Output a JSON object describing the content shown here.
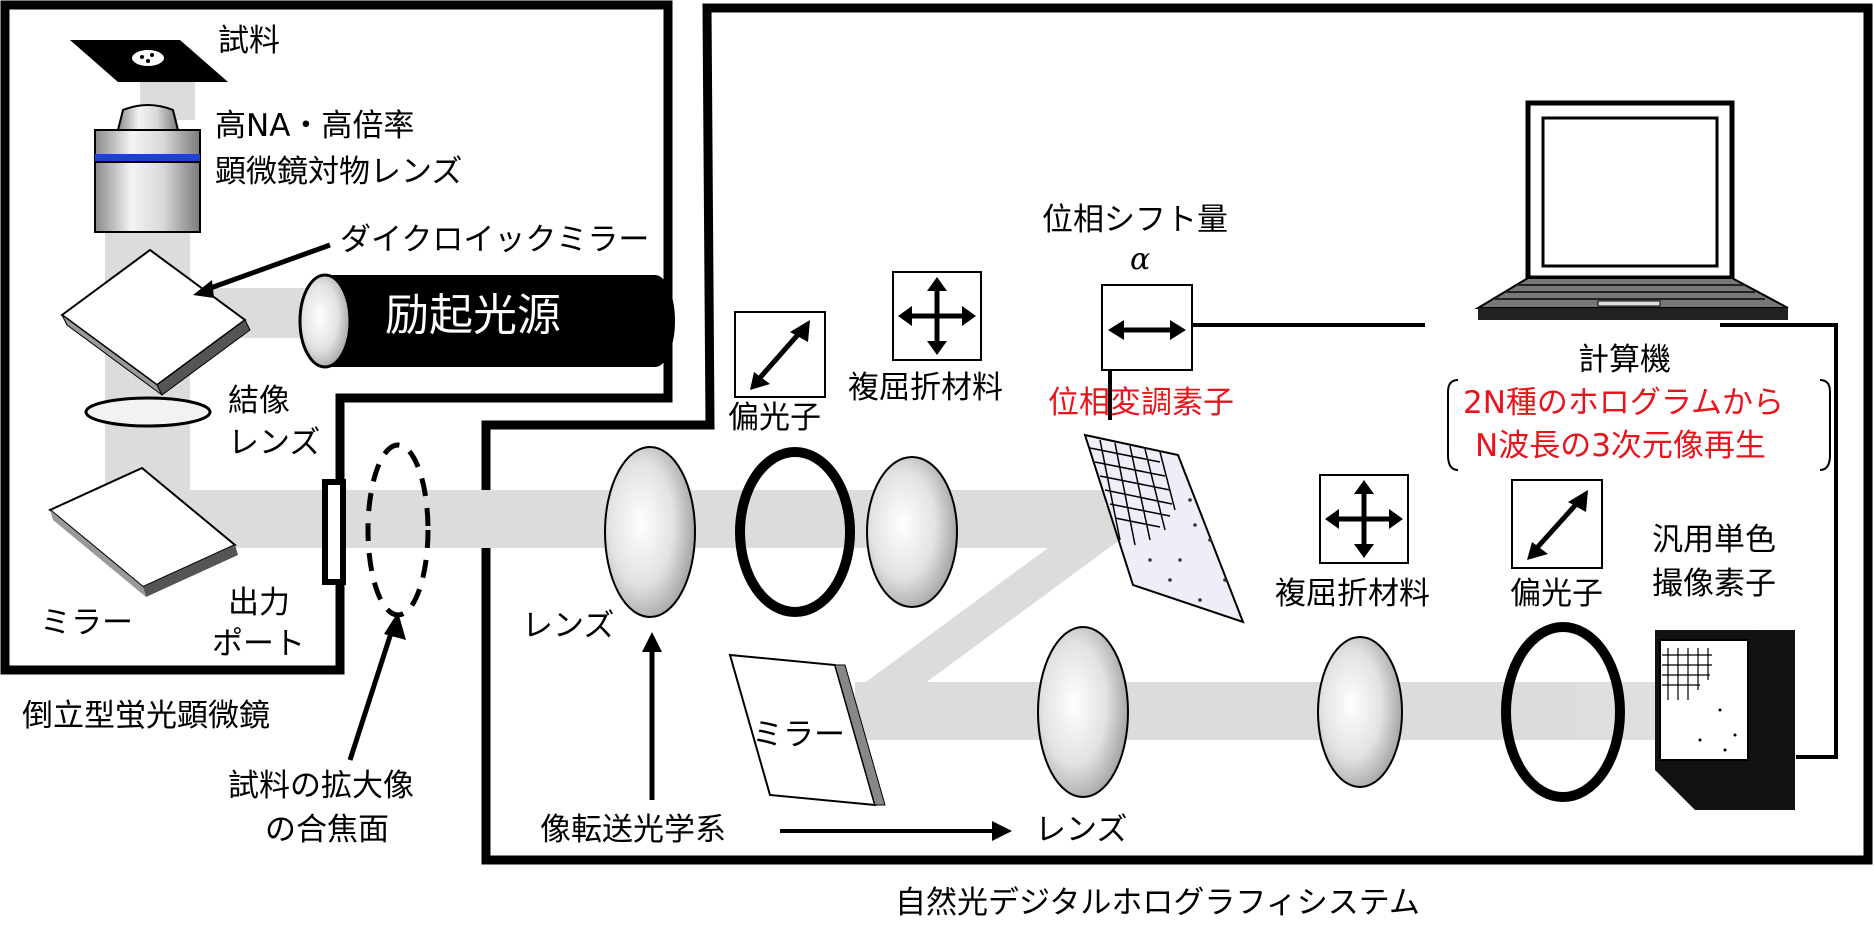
{
  "labels": {
    "sample": "試料",
    "objective_line1": "高NA・高倍率",
    "objective_line2": "顕微鏡対物レンズ",
    "dichroic_mirror": "ダイクロイックミラー",
    "excitation_source": "励起光源",
    "imaging_lens_line1": "結像",
    "imaging_lens_line2": "レンズ",
    "mirror_left": "ミラー",
    "output_port_line1": "出力",
    "output_port_line2": "ポート",
    "microscope": "倒立型蛍光顕微鏡",
    "focal_plane_line1": "試料の拡大像",
    "focal_plane_line2": "の合焦面",
    "lens_upper": "レンズ",
    "polarizer_left": "偏光子",
    "birefringent_left": "複屈折材料",
    "phase_shift_title": "位相シフト量",
    "phase_shift_symbol": "α",
    "phase_modulator": "位相変調素子",
    "computer": "計算機",
    "computer_desc_line1": "2N種のホログラムから",
    "computer_desc_line2": "N波長の3次元像再生",
    "birefringent_right": "複屈折材料",
    "polarizer_right": "偏光子",
    "sensor_line1": "汎用単色",
    "sensor_line2": "撮像素子",
    "mirror_center": "ミラー",
    "relay_optics": "像転送光学系",
    "lens_lower": "レンズ",
    "system_title": "自然光デジタルホログラフィシステム"
  },
  "colors": {
    "beam": "#dcdcdc",
    "accent_red": "#e8131b",
    "objective_band": "#1f3fd6",
    "frame": "#000000"
  }
}
